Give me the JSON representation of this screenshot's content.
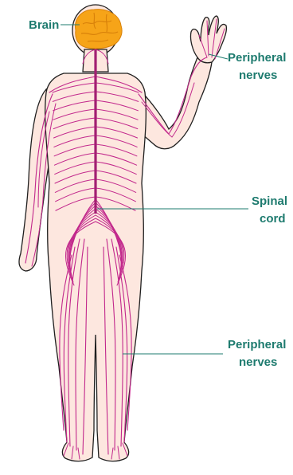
{
  "colors": {
    "skin": "#fde7df",
    "outline": "#1f1f1f",
    "nerve": "#c2288c",
    "spine": "#a21f72",
    "brain": "#f6a418",
    "brain_dark": "#d9820a",
    "label": "#1e7b6f"
  },
  "labels": {
    "brain": "Brain",
    "peripheral_top": [
      "Peripheral",
      "nerves"
    ],
    "spinal_cord": [
      "Spinal",
      "cord"
    ],
    "peripheral_bottom": [
      "Peripheral",
      "nerves"
    ]
  }
}
